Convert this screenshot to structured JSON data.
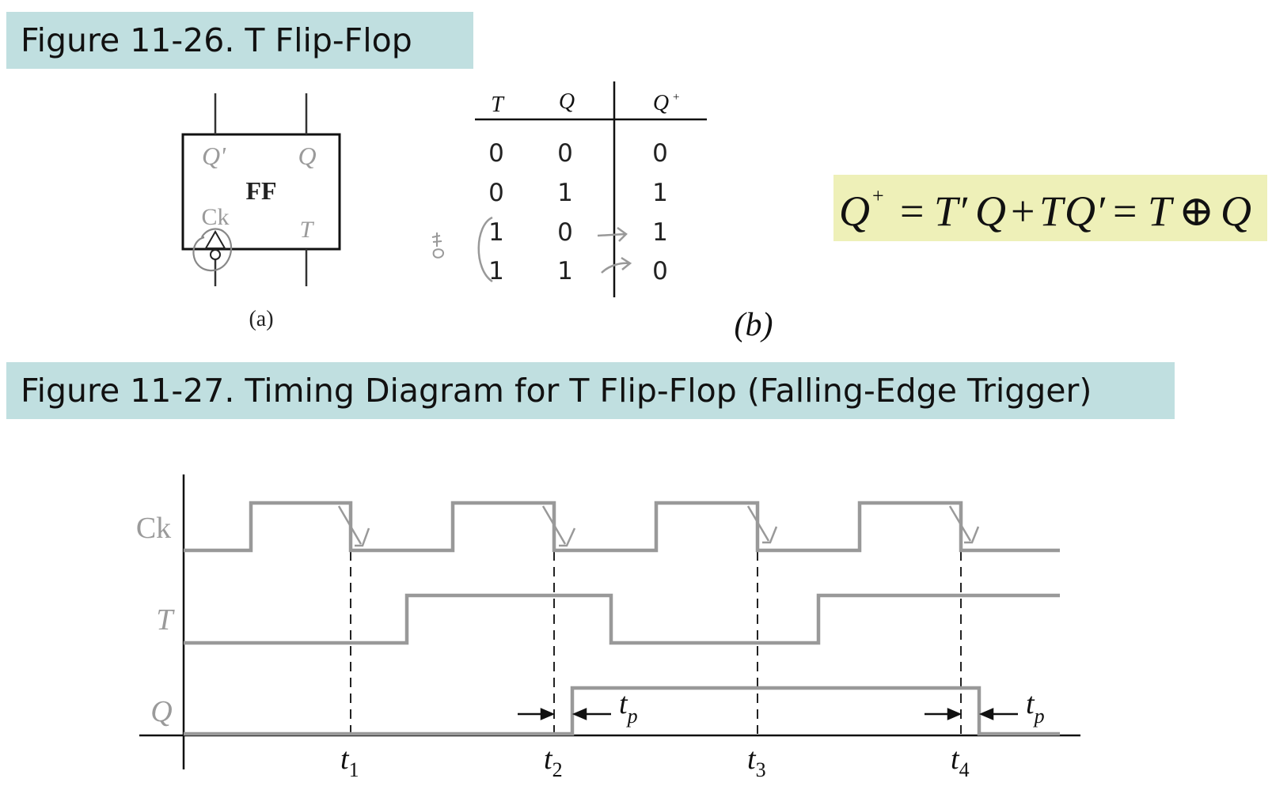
{
  "figure1": {
    "title": "Figure 11-26. T Flip-Flop",
    "block": {
      "q_bar": "Q'",
      "q": "Q",
      "name": "FF",
      "clock": "Ck",
      "input": "T"
    },
    "caption_a": "(a)",
    "caption_b": "(b)",
    "truth_table": {
      "headers": [
        "T",
        "Q",
        "Q",
        "+"
      ],
      "rows": [
        [
          "0",
          "0",
          "0"
        ],
        [
          "0",
          "1",
          "1"
        ],
        [
          "1",
          "0",
          "1"
        ],
        [
          "1",
          "1",
          "0"
        ]
      ]
    },
    "equation": {
      "q_plus": "Q",
      "sup": "+",
      "eq1": "=",
      "t_prime": "T′",
      "q1": "Q",
      "plus_op": "+",
      "t2": "T",
      "q_prime": "Q′",
      "eq2": "=",
      "t3": "T",
      "xor": "⊕",
      "q2": "Q"
    }
  },
  "figure2": {
    "title": "Figure 11-27. Timing Diagram for T Flip-Flop (Falling-Edge Trigger)",
    "signals": [
      "Ck",
      "T",
      "Q"
    ],
    "time_markers": [
      {
        "base": "t",
        "sub": "1"
      },
      {
        "base": "t",
        "sub": "2"
      },
      {
        "base": "t",
        "sub": "3"
      },
      {
        "base": "t",
        "sub": "4"
      }
    ],
    "delay_label": {
      "base": "t",
      "sub": "p"
    }
  },
  "colors": {
    "banner": "#c0dfe0",
    "equation_bg": "#eef0b8",
    "waveform": "#999999",
    "ink": "#111111",
    "label_gray": "#9a9a9a"
  }
}
